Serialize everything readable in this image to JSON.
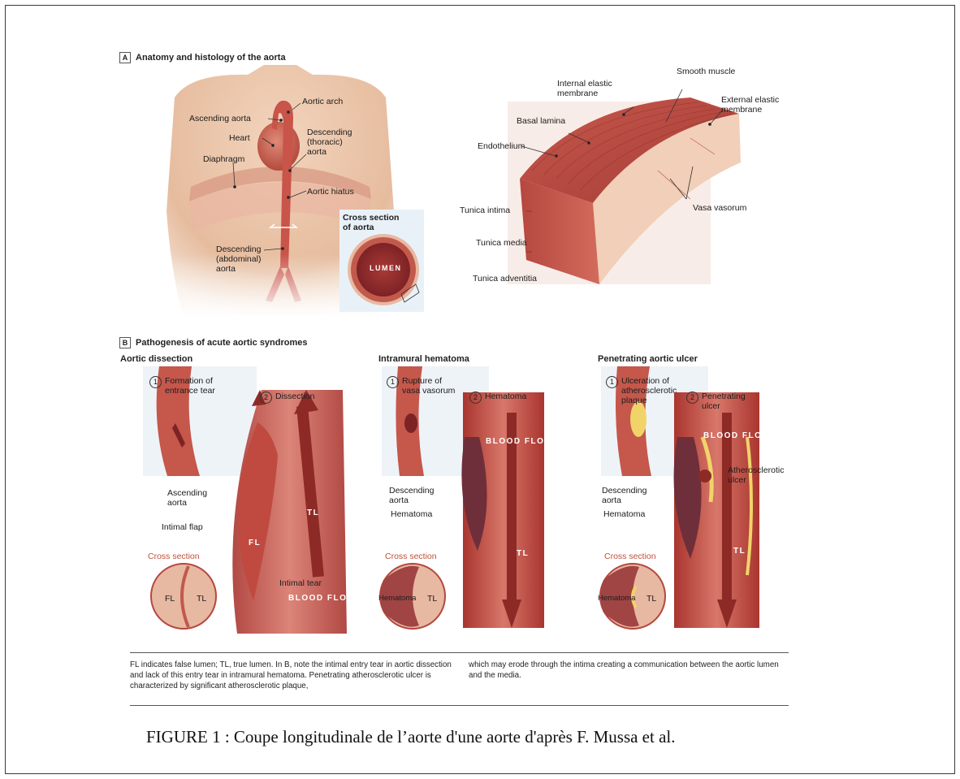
{
  "panel_a": {
    "letter": "A",
    "title": "Anatomy and histology of the aorta",
    "body_labels": {
      "aortic_arch": "Aortic arch",
      "ascending_aorta": "Ascending aorta",
      "heart": "Heart",
      "descending_thoracic": "Descending (thoracic) aorta",
      "diaphragm": "Diaphragm",
      "aortic_hiatus": "Aortic hiatus",
      "descending_abdominal": "Descending (abdominal) aorta"
    },
    "cross_section": {
      "title": "Cross section of aorta",
      "lumen": "LUMEN"
    },
    "wall_labels": {
      "smooth_muscle": "Smooth muscle",
      "internal_elastic": "Internal elastic membrane",
      "external_elastic": "External elastic membrane",
      "basal_lamina": "Basal lamina",
      "endothelium": "Endothelium",
      "vasa_vasorum": "Vasa vasorum",
      "tunica_intima": "Tunica intima",
      "tunica_media": "Tunica media",
      "tunica_adventitia": "Tunica adventitia"
    }
  },
  "panel_b": {
    "letter": "B",
    "title": "Pathogenesis of acute aortic syndromes",
    "dissection": {
      "title": "Aortic dissection",
      "step1": "Formation of entrance tear",
      "step2": "Dissection",
      "ascending": "Ascending aorta",
      "intimal_flap": "Intimal flap",
      "intimal_tear": "Intimal tear",
      "fl": "FL",
      "tl": "TL",
      "blood_flow": "BLOOD FLOW",
      "cross_section": "Cross section",
      "cs_fl": "FL",
      "cs_tl": "TL"
    },
    "hematoma": {
      "title": "Intramural hematoma",
      "step1": "Rupture of vasa vasorum",
      "step2": "Hematoma",
      "descending": "Descending aorta",
      "hematoma": "Hematoma",
      "blood_flow": "BLOOD FLOW",
      "tl": "TL",
      "cross_section": "Cross section",
      "cs_hematoma": "Hematoma",
      "cs_tl": "TL"
    },
    "ulcer": {
      "title": "Penetrating aortic ulcer",
      "step1": "Ulceration of atherosclerotic plaque",
      "step2": "Penetrating ulcer",
      "athero_ulcer": "Atherosclerotic ulcer",
      "descending": "Descending aorta",
      "hematoma": "Hematoma",
      "blood_flow": "BLOOD FLOW",
      "tl": "TL",
      "cross_section": "Cross section",
      "cs_hematoma": "Hematoma",
      "cs_tl": "TL"
    }
  },
  "footnote": {
    "left": "FL indicates false lumen; TL, true lumen. In B, note the intimal entry tear in aortic dissection and lack of this entry tear in intramural hematoma. Penetrating atherosclerotic ulcer is characterized by significant atherosclerotic plaque,",
    "right": "which may erode through the intima creating a communication between the aortic lumen and the media."
  },
  "figure_caption": "FIGURE 1 : Coupe longitudinale de l’aorte d'une aorte d'après F. Mussa et al."
}
